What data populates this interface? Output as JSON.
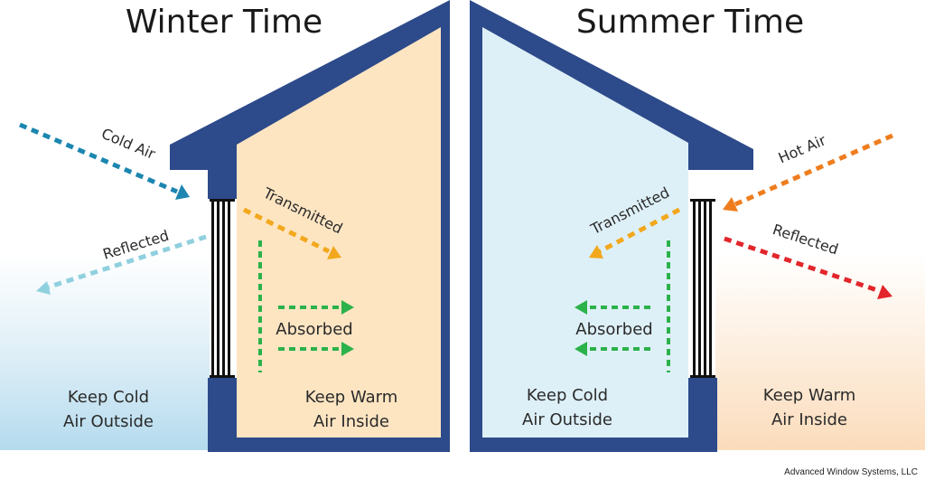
{
  "colors": {
    "frame": "#2d4a8a",
    "warm_interior": "#fde5c2",
    "cool_interior": "#def0f7",
    "cold": "#1c86b0",
    "reflected_winter": "#8fd0de",
    "hot": "#ef7d1e",
    "reflected_summer": "#e2262b",
    "transmitted": "#f2a81d",
    "absorbed": "#2bb24a"
  },
  "winter": {
    "title": "Winter Time",
    "incoming": "Cold Air",
    "reflected": "Reflected",
    "transmitted": "Transmitted",
    "absorbed": "Absorbed",
    "outside_line1": "Keep Cold",
    "outside_line2": "Air Outside",
    "inside_line1": "Keep Warm",
    "inside_line2": "Air Inside"
  },
  "summer": {
    "title": "Summer  Time",
    "incoming": "Hot Air",
    "reflected": "Reflected",
    "transmitted": "Transmitted",
    "absorbed": "Absorbed",
    "inside_line1": "Keep Cold",
    "inside_line2": "Air Outside",
    "outside_line1": "Keep Warm",
    "outside_line2": "Air Inside"
  },
  "credit": "Advanced Window Systems, LLC"
}
